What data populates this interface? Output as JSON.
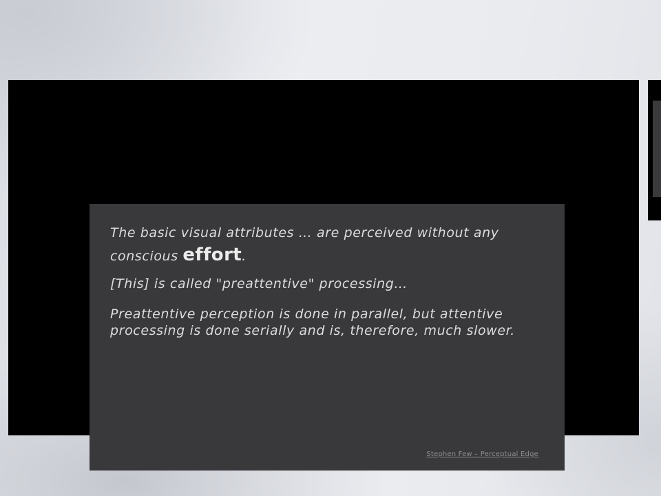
{
  "slide": {
    "quote": {
      "p1_before": "The basic visual attributes … are perceived without any conscious ",
      "p1_emphasis": "effort",
      "p1_after": ".",
      "p2": "[This] is called \"preattentive\" processing…",
      "p3": "Preattentive perception is done in parallel, but attentive processing is done serially and is, therefore, much slower."
    },
    "source_link": "Stephen Few – Perceptual Edge"
  },
  "colors": {
    "page_background": "#e7e9ee",
    "slide_background": "#000000",
    "card_background": "#39393c",
    "text": "#dcdcdc"
  }
}
